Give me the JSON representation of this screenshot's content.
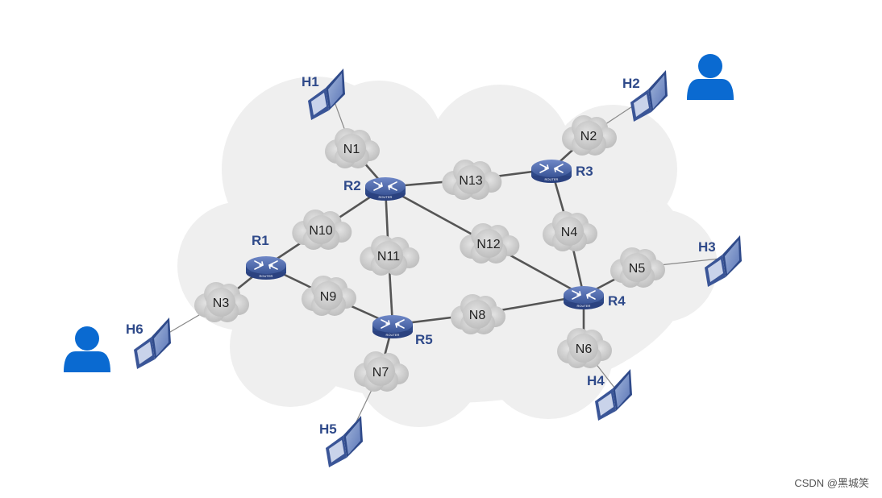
{
  "hosts": [
    {
      "id": "H1",
      "label": "H1"
    },
    {
      "id": "H2",
      "label": "H2"
    },
    {
      "id": "H3",
      "label": "H3"
    },
    {
      "id": "H4",
      "label": "H4"
    },
    {
      "id": "H5",
      "label": "H5"
    },
    {
      "id": "H6",
      "label": "H6"
    }
  ],
  "routers": [
    {
      "id": "R1",
      "label": "R1",
      "badge": "ROUTER"
    },
    {
      "id": "R2",
      "label": "R2",
      "badge": "ROUTER"
    },
    {
      "id": "R3",
      "label": "R3",
      "badge": "ROUTER"
    },
    {
      "id": "R4",
      "label": "R4",
      "badge": "ROUTER"
    },
    {
      "id": "R5",
      "label": "R5",
      "badge": "ROUTER"
    }
  ],
  "networks": [
    {
      "id": "N1",
      "label": "N1"
    },
    {
      "id": "N2",
      "label": "N2"
    },
    {
      "id": "N3",
      "label": "N3"
    },
    {
      "id": "N4",
      "label": "N4"
    },
    {
      "id": "N5",
      "label": "N5"
    },
    {
      "id": "N6",
      "label": "N6"
    },
    {
      "id": "N7",
      "label": "N7"
    },
    {
      "id": "N8",
      "label": "N8"
    },
    {
      "id": "N9",
      "label": "N9"
    },
    {
      "id": "N10",
      "label": "N10"
    },
    {
      "id": "N11",
      "label": "N11"
    },
    {
      "id": "N12",
      "label": "N12"
    },
    {
      "id": "N13",
      "label": "N13"
    }
  ],
  "links": [
    [
      "H1",
      "N1"
    ],
    [
      "N1",
      "R2"
    ],
    [
      "R2",
      "N13"
    ],
    [
      "N13",
      "R3"
    ],
    [
      "R3",
      "N2"
    ],
    [
      "N2",
      "H2"
    ],
    [
      "R3",
      "N4"
    ],
    [
      "N4",
      "R4"
    ],
    [
      "R2",
      "N12"
    ],
    [
      "N12",
      "R4"
    ],
    [
      "R2",
      "N10"
    ],
    [
      "N10",
      "R1"
    ],
    [
      "R2",
      "N11"
    ],
    [
      "N11",
      "R5"
    ],
    [
      "R1",
      "N9"
    ],
    [
      "N9",
      "R5"
    ],
    [
      "R1",
      "N3"
    ],
    [
      "N3",
      "H6"
    ],
    [
      "R5",
      "N8"
    ],
    [
      "N8",
      "R4"
    ],
    [
      "R5",
      "N7"
    ],
    [
      "N7",
      "H5"
    ],
    [
      "R4",
      "N5"
    ],
    [
      "N5",
      "H3"
    ],
    [
      "R4",
      "N6"
    ],
    [
      "N6",
      "H4"
    ]
  ],
  "users": [
    {
      "id": "user-top-right"
    },
    {
      "id": "user-left"
    }
  ],
  "watermark": "CSDN @黑城笑",
  "colors": {
    "router": "#3d5a9e",
    "link": "#555555",
    "cloud": "#f0f0f0",
    "user": "#0a6ad1",
    "subnet": "#c8c8c8"
  }
}
